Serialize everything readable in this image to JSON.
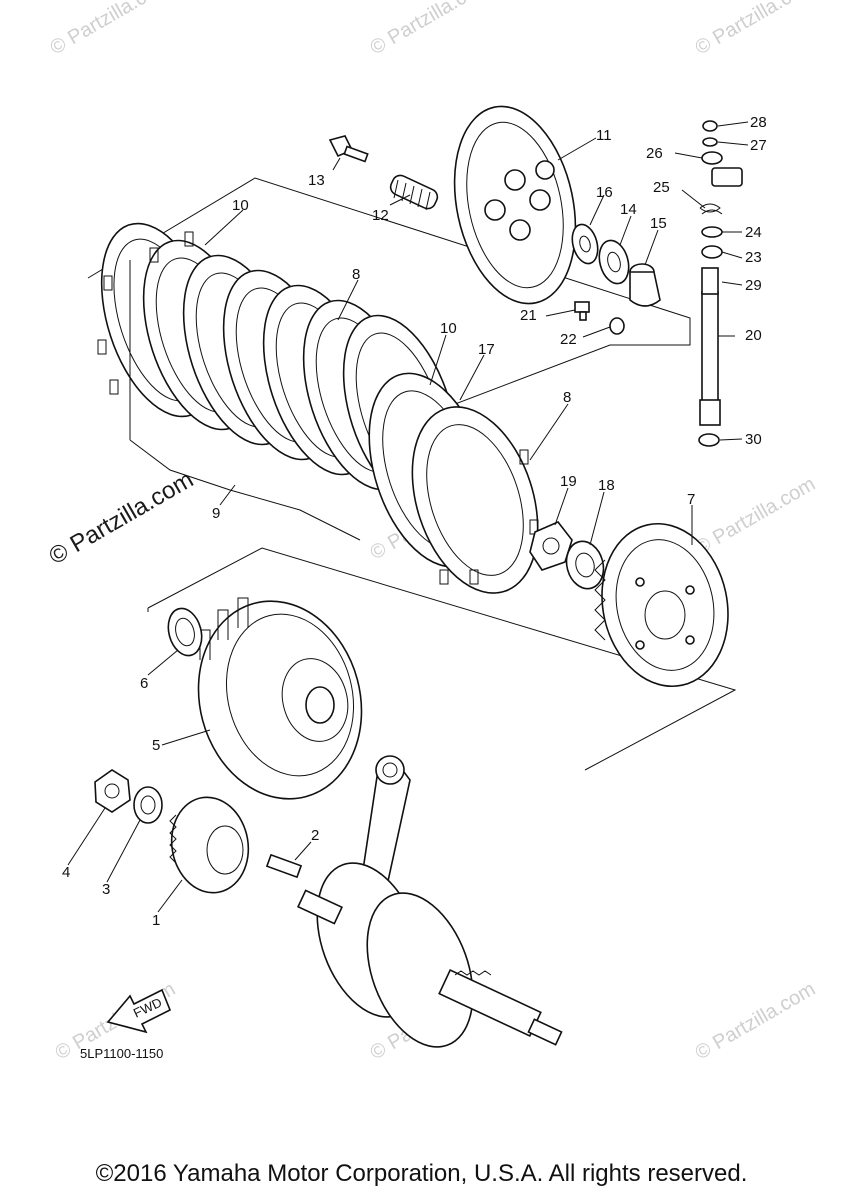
{
  "diagram": {
    "ref_code": "5LP1100-1150",
    "fwd_label": "FWD",
    "copyright": "©2016 Yamaha Motor Corporation, U.S.A. All rights reserved.",
    "watermark_main": "© Partzilla.com",
    "watermark_small": "© Partzilla.com",
    "callouts": [
      "1",
      "2",
      "3",
      "4",
      "5",
      "6",
      "7",
      "8",
      "9",
      "10",
      "11",
      "12",
      "13",
      "14",
      "15",
      "16",
      "17",
      "18",
      "19",
      "20",
      "21",
      "22",
      "23",
      "24",
      "25",
      "26",
      "27",
      "28",
      "29",
      "30"
    ]
  },
  "labels": {
    "n1": "1",
    "n2": "2",
    "n3": "3",
    "n4": "4",
    "n5": "5",
    "n6": "6",
    "n7": "7",
    "n8a": "8",
    "n8b": "8",
    "n9": "9",
    "n10a": "10",
    "n10b": "10",
    "n11": "11",
    "n12": "12",
    "n13": "13",
    "n14": "14",
    "n15": "15",
    "n16": "16",
    "n17": "17",
    "n18": "18",
    "n19": "19",
    "n20": "20",
    "n21": "21",
    "n22": "22",
    "n23": "23",
    "n24": "24",
    "n25": "25",
    "n26": "26",
    "n27": "27",
    "n28": "28",
    "n29": "29",
    "n30": "30"
  }
}
